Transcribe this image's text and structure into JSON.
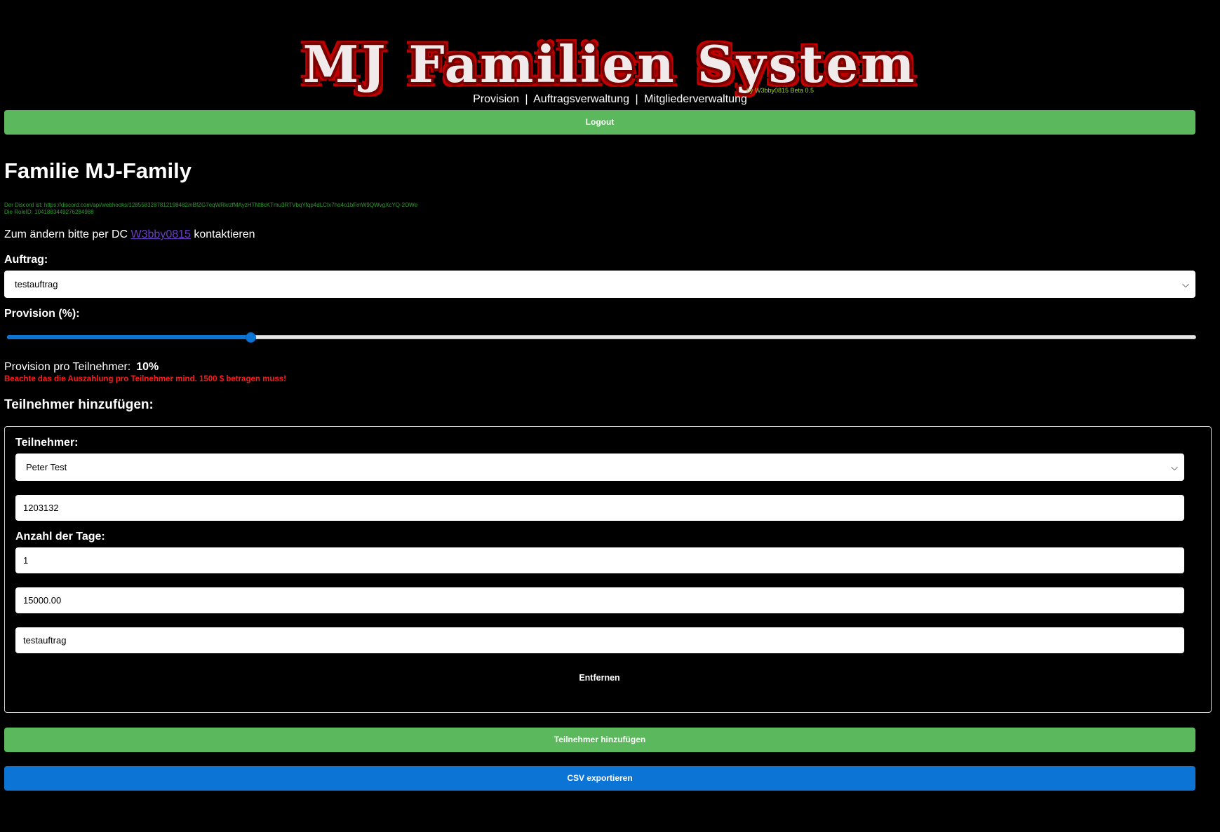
{
  "header": {
    "logo_text": "MJ Familien System",
    "byline": "by W3bby0815 Beta 0.5",
    "nav": [
      "Provision",
      "Auftragsverwaltung",
      "Mitgliederverwaltung"
    ],
    "nav_separator": "|",
    "logout_label": "Logout"
  },
  "family": {
    "title": "Familie MJ-Family",
    "discord_line": "Der Discord ist: https://discord.com/api/webhooks/1285583287812198482/nBfZG7eqWRkrzfMAyzHTNt8cKTmu3RTVbqYfqp4dLCIx7ho4o1bFmW9QWvgXcYQ-2OWe",
    "role_line": "Die RoleID: 1041883449276284988",
    "contact_prefix": "Zum ändern bitte per DC",
    "contact_link": "W3bby0815",
    "contact_suffix": "kontaktieren"
  },
  "form": {
    "auftrag_label": "Auftrag:",
    "auftrag_value": "testauftrag",
    "provision_label": "Provision (%):",
    "provision_value": 0.205,
    "provision_per_label": "Provision pro Teilnehmer:",
    "provision_per_value": "10%",
    "warning": "Beachte das die Auszahlung pro Teilnehmer mind. 1500 $ betragen muss!",
    "section_title": "Teilnehmer hinzufügen:"
  },
  "participant": {
    "label": "Teilnehmer:",
    "name_value": "Peter Test",
    "id_value": "1203132",
    "days_label": "Anzahl der Tage:",
    "days_value": "1",
    "amount_value": "15000.00",
    "order_value": "testauftrag",
    "remove_label": "Entfernen"
  },
  "actions": {
    "add_label": "Teilnehmer hinzufügen",
    "csv_label": "CSV exportieren"
  },
  "colors": {
    "green_button": "#5cb85c",
    "blue_button": "#0b74d5",
    "warning": "#ff1a1a",
    "meta_text": "#2e9e2e",
    "byline": "#9acd32"
  }
}
